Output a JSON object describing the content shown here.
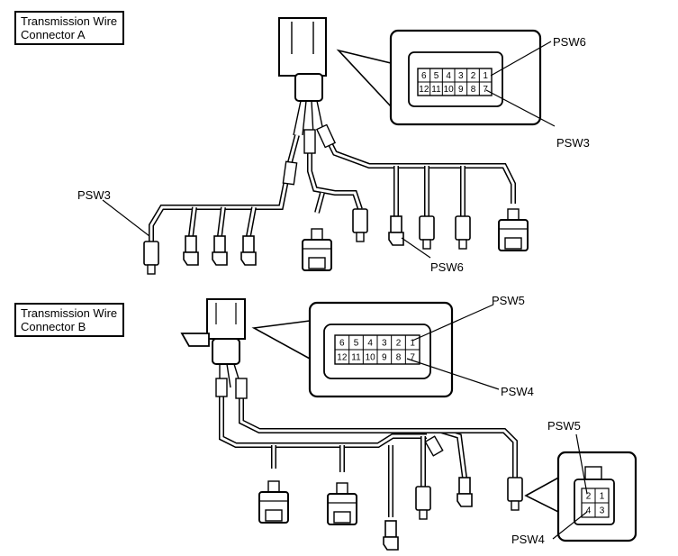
{
  "connector_a": {
    "title_line1": "Transmission Wire",
    "title_line2": "Connector A",
    "pins_top": [
      "6",
      "5",
      "4",
      "3",
      "2",
      "1"
    ],
    "pins_bottom": [
      "12",
      "11",
      "10",
      "9",
      "8",
      "7"
    ],
    "callout_psw6": "PSW6",
    "callout_psw3": "PSW3",
    "harness_psw3": "PSW3",
    "harness_psw6": "PSW6"
  },
  "connector_b": {
    "title_line1": "Transmission Wire",
    "title_line2": "Connector B",
    "pins_top": [
      "6",
      "5",
      "4",
      "3",
      "2",
      "1"
    ],
    "pins_bottom": [
      "12",
      "11",
      "10",
      "9",
      "8",
      "7"
    ],
    "callout_psw5": "PSW5",
    "callout_psw4": "PSW4"
  },
  "small_connector": {
    "pins_top": [
      "2",
      "1"
    ],
    "pins_bottom": [
      "4",
      "3"
    ],
    "callout_psw5": "PSW5",
    "callout_psw4": "PSW4"
  }
}
